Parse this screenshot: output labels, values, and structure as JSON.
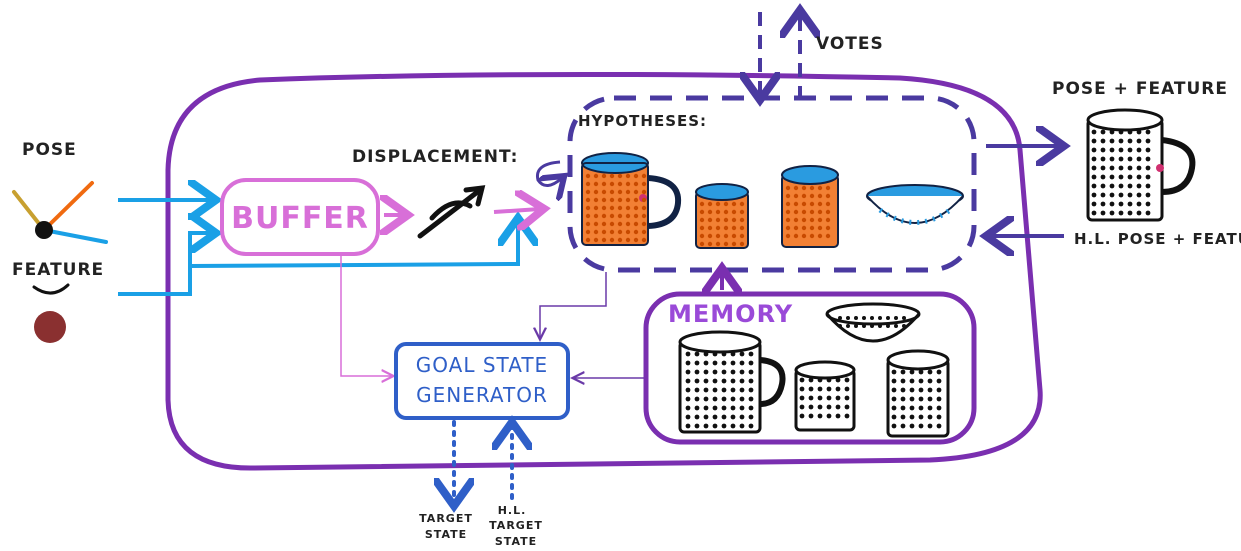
{
  "labels": {
    "pose": "POSE",
    "feature": "FEATURE",
    "buffer": "BUFFER",
    "displacement": "DISPLACEMENT:",
    "hypotheses": "HYPOTHESES:",
    "votes": "VOTES",
    "pose_feature_out": "POSE + FEATURE",
    "hl_pose_feature_in": "H.L. POSE + FEATURE",
    "memory": "MEMORY",
    "goal_state_line1": "GOAL STATE",
    "goal_state_line2": "GENERATOR",
    "target_state_line1": "TARGET",
    "target_state_line2": "STATE",
    "hl_target_line1": "H.L.",
    "hl_target_line2": "TARGET",
    "hl_target_line3": "STATE"
  },
  "colors": {
    "module": "#7a2fb0",
    "buffer": "#d86fd8",
    "sensor": "#1aa0e6",
    "votes": "#4a3aa0",
    "goal": "#2f5fc8",
    "orange": "#f06a10",
    "blue_dot": "#2a9be0",
    "feature_dot": "#8a3030"
  },
  "icons": {
    "pose_sensor": "pose-axes-icon",
    "displacement": "displacement-arrow-icon",
    "object_mug": "mug-icon",
    "object_can": "cylinder-icon",
    "object_bowl": "bowl-icon"
  }
}
